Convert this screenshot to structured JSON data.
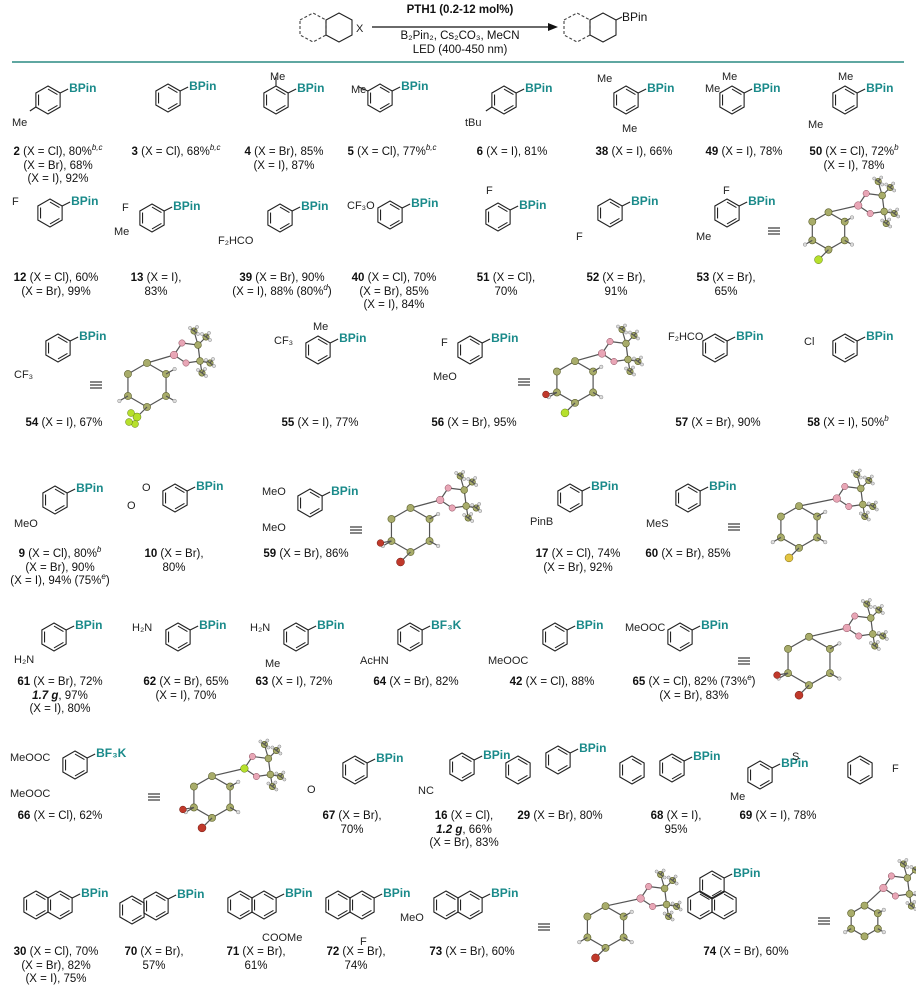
{
  "reaction": {
    "reactant_label": "X",
    "product_label": "BPin",
    "catalyst": "PTH1 (0.2-12 mol%)",
    "reagents": "B₂Pin₂, Cs₂CO₃, MeCN",
    "light": "LED (400-450 nm)"
  },
  "colors": {
    "bpin": "#1a8a8a",
    "divider": "#2a8a82",
    "crystal_carbon": "#a8ac6a",
    "fluorine": "#b6e02c",
    "boron": "#e8a6b6",
    "oxygen": "#c0392b"
  },
  "atom_labels": {
    "me": "Me",
    "tbu": "tBu",
    "f": "F",
    "cl": "Cl",
    "cf3": "CF₃",
    "cf3o": "CF₃O",
    "f2hco": "F₂HCO",
    "f2hco_r": "F₂HCO",
    "meo": "MeO",
    "pinb": "PinB",
    "mes": "MeS",
    "h2n": "H₂N",
    "achn": "AcHN",
    "meooc": "MeOOC",
    "cooMe": "COOMe",
    "nc": "NC",
    "o": "O",
    "s": "S",
    "bf3k": "BF₃K",
    "bpin": "BPin",
    "bpin_plain": "BPin"
  },
  "entries": [
    {
      "id": "2",
      "lines": [
        " (X = Cl), 80%",
        "(X = Br), 68%",
        "(X = I), 92%"
      ],
      "sup": "b,c"
    },
    {
      "id": "3",
      "lines": [
        " (X = Cl), 68%"
      ],
      "sup": "b,c"
    },
    {
      "id": "4",
      "lines": [
        " (X = Br), 85%",
        "(X = I), 87%"
      ]
    },
    {
      "id": "5",
      "lines": [
        " (X = Cl), 77%"
      ],
      "sup": "b,c"
    },
    {
      "id": "6",
      "lines": [
        " (X = I), 81%"
      ]
    },
    {
      "id": "38",
      "lines": [
        " (X = I), 66%"
      ]
    },
    {
      "id": "49",
      "lines": [
        " (X = I), 78%"
      ]
    },
    {
      "id": "50",
      "lines": [
        " (X = Cl), 72%",
        "(X = I), 78%"
      ],
      "sup": "b"
    },
    {
      "id": "12",
      "lines": [
        " (X = Cl), 60%",
        "(X = Br), 99%"
      ]
    },
    {
      "id": "13",
      "lines": [
        " (X = I),",
        "83%"
      ]
    },
    {
      "id": "39",
      "lines": [
        " (X = Br), 90%",
        "(X = I), 88% (80%",
        "d",
        ")"
      ]
    },
    {
      "id": "40",
      "lines": [
        " (X = Cl), 70%",
        "(X = Br), 85%",
        "(X = I), 84%"
      ]
    },
    {
      "id": "51",
      "lines": [
        " (X = Cl),",
        "70%"
      ]
    },
    {
      "id": "52",
      "lines": [
        " (X = Br),",
        "91%"
      ]
    },
    {
      "id": "53",
      "lines": [
        " (X = Br),",
        "65%"
      ]
    },
    {
      "id": "54",
      "lines": [
        " (X = I), 67%"
      ]
    },
    {
      "id": "55",
      "lines": [
        " (X = I), 77%"
      ]
    },
    {
      "id": "56",
      "lines": [
        " (X = Br), 95%"
      ]
    },
    {
      "id": "57",
      "lines": [
        " (X = Br), 90%"
      ]
    },
    {
      "id": "58",
      "lines": [
        " (X = I), 50%"
      ],
      "sup": "b"
    },
    {
      "id": "9",
      "lines": [
        " (X = Cl), 80%",
        "(X = Br), 90%",
        "(X = I), 94% (75%",
        "e",
        ")"
      ],
      "sup": "b"
    },
    {
      "id": "10",
      "lines": [
        " (X = Br),",
        "80%"
      ]
    },
    {
      "id": "59",
      "lines": [
        " (X = Br), 86%"
      ]
    },
    {
      "id": "17",
      "lines": [
        " (X = Cl), 74%",
        "(X = Br), 92%"
      ]
    },
    {
      "id": "60",
      "lines": [
        " (X = Br), 85%"
      ]
    },
    {
      "id": "61",
      "lines": [
        " (X = Br), 72%",
        "1.7 g",
        ", 97%",
        "(X = I), 80%"
      ]
    },
    {
      "id": "62",
      "lines": [
        " (X = Br), 65%",
        "(X = I), 70%"
      ]
    },
    {
      "id": "63",
      "lines": [
        " (X = I), 72%"
      ]
    },
    {
      "id": "64",
      "lines": [
        " (X = Br), 82%"
      ]
    },
    {
      "id": "42",
      "lines": [
        " (X = Cl), 88%"
      ]
    },
    {
      "id": "65",
      "lines": [
        " (X = Cl), 82% (73%",
        "e",
        ")",
        "(X = Br), 83%"
      ]
    },
    {
      "id": "66",
      "lines": [
        " (X = Cl), 62%"
      ]
    },
    {
      "id": "67",
      "lines": [
        " (X = Br),",
        "70%"
      ]
    },
    {
      "id": "16",
      "lines": [
        " (X = Cl),",
        "1.2 g",
        ", 66%",
        "(X = Br), 83%"
      ]
    },
    {
      "id": "29",
      "lines": [
        " (X = Br), 80%"
      ]
    },
    {
      "id": "68",
      "lines": [
        " (X = I),",
        "95%"
      ]
    },
    {
      "id": "69",
      "lines": [
        " (X = I), 78%"
      ]
    },
    {
      "id": "30",
      "lines": [
        " (X = Cl), 70%",
        "(X = Br), 82%",
        "(X = I), 75%"
      ]
    },
    {
      "id": "70",
      "lines": [
        " (X = Br),",
        "57%"
      ]
    },
    {
      "id": "71",
      "lines": [
        " (X = Br),",
        "61%"
      ]
    },
    {
      "id": "72",
      "lines": [
        " (X = Br),",
        "74%"
      ]
    },
    {
      "id": "73",
      "lines": [
        " (X = Br), 60%"
      ]
    },
    {
      "id": "74",
      "lines": [
        " (X = Br), 60%"
      ]
    }
  ]
}
